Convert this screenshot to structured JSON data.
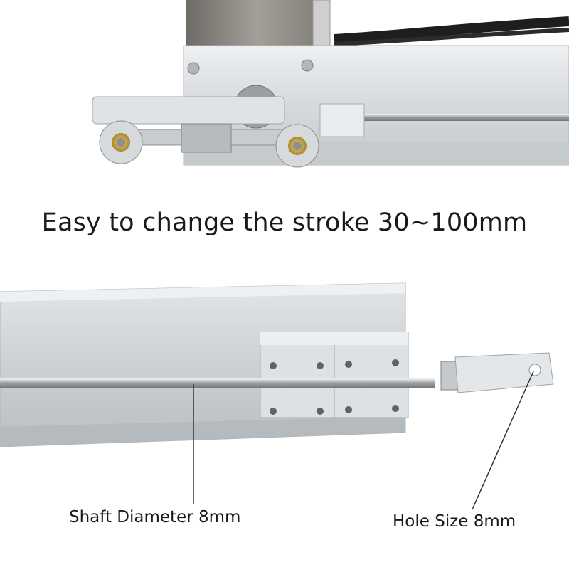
{
  "headline": "Easy to change the stroke 30~100mm",
  "callouts": {
    "shaft_diameter": "Shaft Diameter 8mm",
    "hole_size": "Hole Size 8mm"
  },
  "colors": {
    "aluminum": "#d9dde0",
    "steel": "#b8bcc0",
    "motor": "#8e8a84",
    "cable": "#1e1e1e",
    "text": "#1a1a1a",
    "background": "#ffffff"
  }
}
